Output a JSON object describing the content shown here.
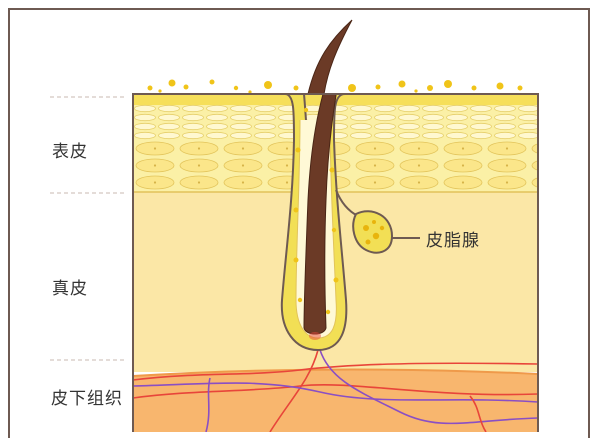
{
  "layers": {
    "epidermis": "表皮",
    "dermis": "真皮",
    "subcutaneous": "皮下组织"
  },
  "callouts": {
    "sebaceous_gland": "皮脂腺"
  },
  "colors": {
    "outline": "#6e5a52",
    "epidermis": "#fbf0a6",
    "dermis": "#fbe7a6",
    "subcutaneous": "#f8b66e",
    "hair": "#6b3a26",
    "follicle": "#f2df55",
    "dots": "#f0c419",
    "vessel_red": "#e8453a",
    "vessel_purple": "#8a4fc4"
  }
}
